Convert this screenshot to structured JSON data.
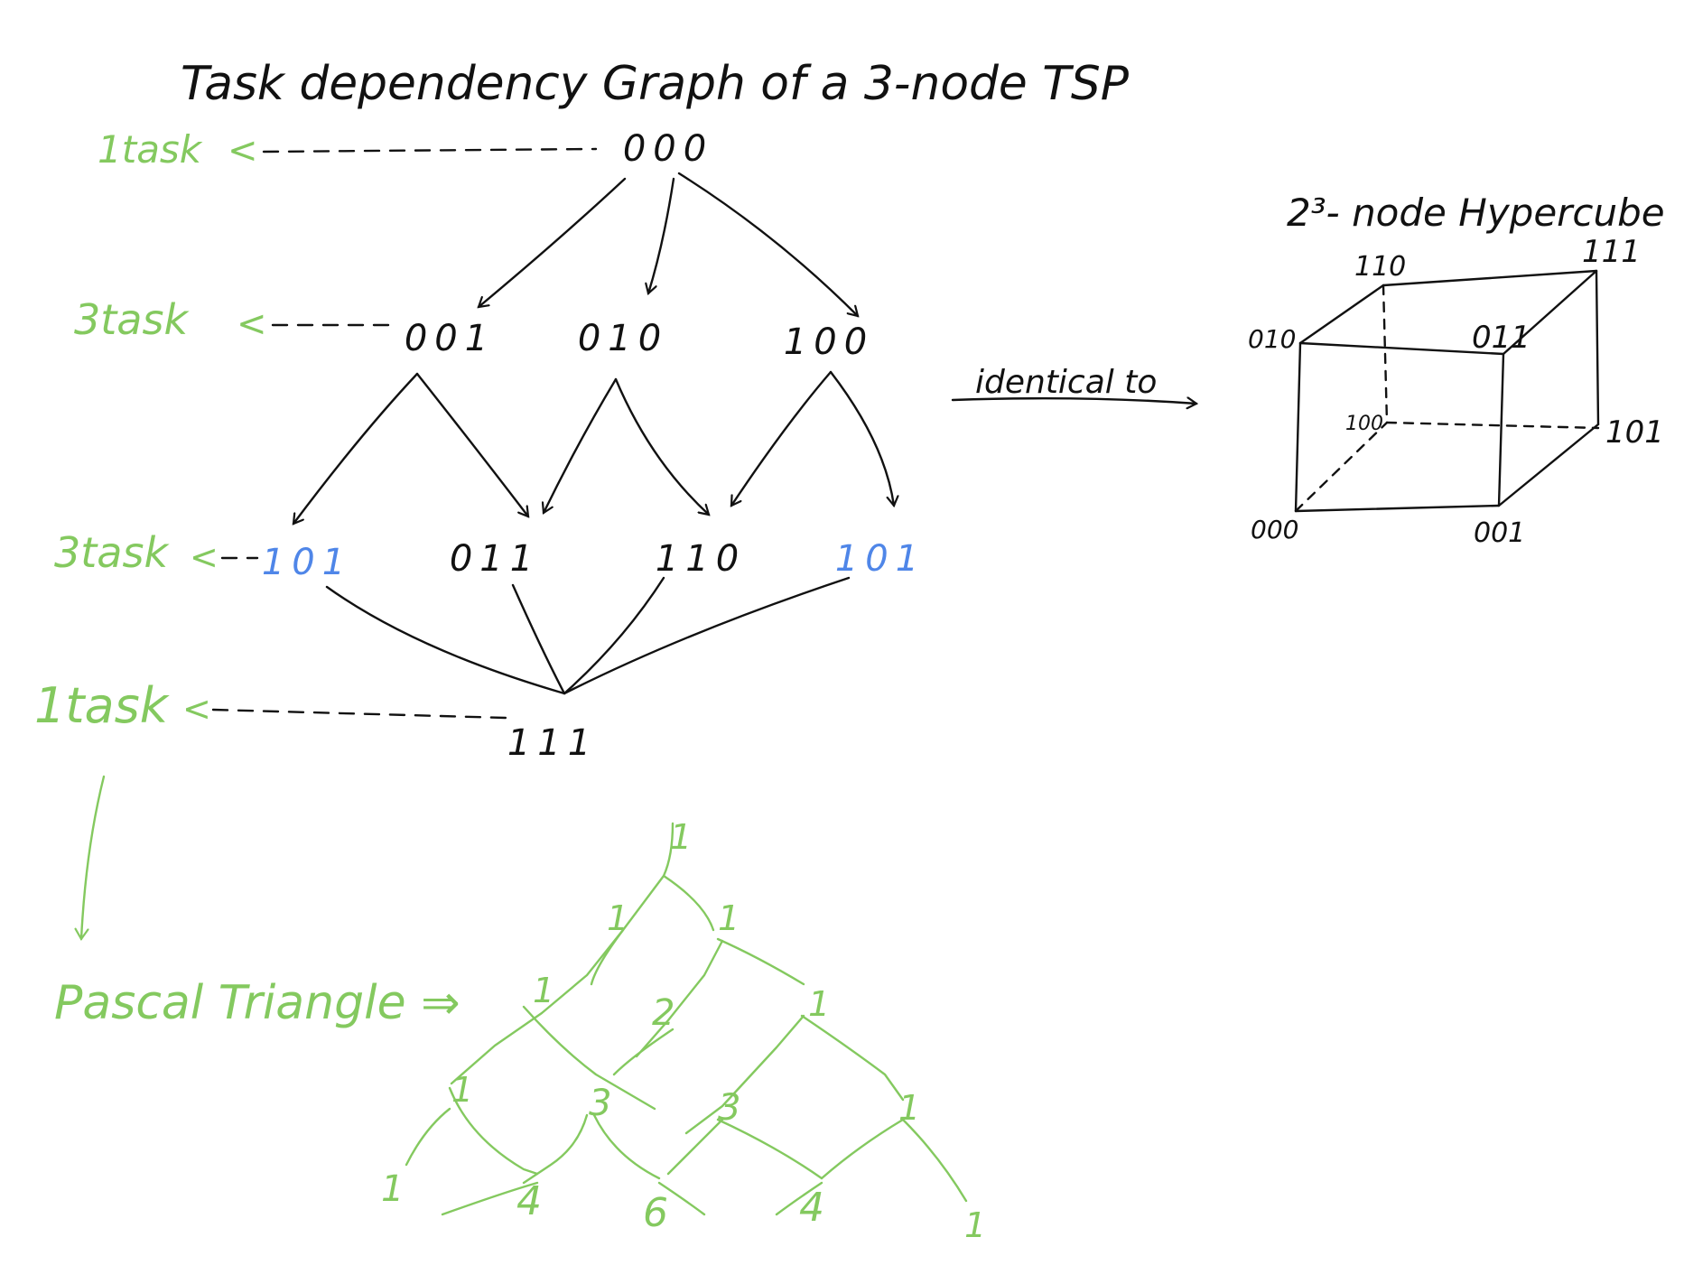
{
  "title": "Task dependency Graph of a 3-node TSP",
  "levels": [
    {
      "label": "1task",
      "nodes": [
        "000"
      ]
    },
    {
      "label": "3task",
      "nodes": [
        "001",
        "010",
        "100"
      ]
    },
    {
      "label": "3task",
      "nodes": [
        "101",
        "011",
        "110",
        "101"
      ]
    },
    {
      "label": "1task",
      "nodes": [
        "111"
      ]
    }
  ],
  "relation": "identical to",
  "hypercube": {
    "title": "2³- node Hypercube",
    "vertices": [
      "110",
      "111",
      "010",
      "011",
      "100",
      "101",
      "000",
      "001"
    ]
  },
  "pascal": {
    "label": "Pascal Triangle ⇒",
    "rows": [
      [
        "1"
      ],
      [
        "1",
        "1"
      ],
      [
        "1",
        "2",
        "1"
      ],
      [
        "1",
        "3",
        "3",
        "1"
      ],
      [
        "1",
        "4",
        "6",
        "4",
        "1"
      ]
    ]
  },
  "colors": {
    "ink": "#111111",
    "green": "#84c95f",
    "blue": "#4f86e8"
  }
}
